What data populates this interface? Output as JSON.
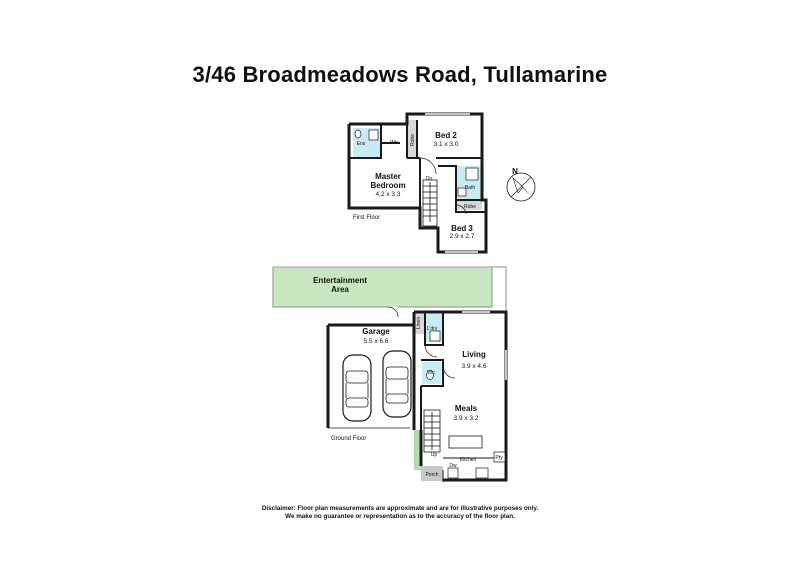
{
  "title": "3/46 Broadmeadows Road, Tullamarine",
  "first_floor": {
    "label": "First Floor",
    "rooms": {
      "bed2": {
        "name": "Bed 2",
        "dims": "3.1 x 3.0"
      },
      "master": {
        "name_line1": "Master",
        "name_line2": "Bedroom",
        "dims": "4.2 x 3.3"
      },
      "bed3": {
        "name": "Bed 3",
        "dims": "2.9 x 2.7"
      },
      "ens": "Ens",
      "wir": "Wir",
      "bath": "Bath",
      "robe_upper": "Robe",
      "robe_lower": "Robe",
      "dn": "Dn"
    }
  },
  "ground_floor": {
    "label": "Ground Floor",
    "rooms": {
      "entertainment": {
        "line1": "Entertainment",
        "line2": "Area"
      },
      "garage": {
        "name": "Garage",
        "dims": "5.5 x 6.6"
      },
      "living": {
        "name": "Living",
        "dims": "3.9 x 4.6"
      },
      "meals": {
        "name": "Meals",
        "dims": "3.9 x 3.2"
      },
      "kitchen": "Kitchen",
      "ldry": "L'dry",
      "wc": "Wc",
      "porch": "Porch",
      "up": "Up",
      "pty": "Pty",
      "dw": "Dw",
      "linen": "Linen"
    }
  },
  "compass": {
    "label": "N"
  },
  "disclaimer": {
    "line1": "Disclaimer: Floor plan measurements are approximate and are for illustrative purposes only.",
    "line2": "We make no guarantee or representation as to the accuracy of the floor plan."
  },
  "colors": {
    "wall": "#1a1a1a",
    "outdoor": "#c8e6c0",
    "wet": "#c9ecf4",
    "garden": "#b4dca8",
    "grey": "#c8c8c8"
  }
}
